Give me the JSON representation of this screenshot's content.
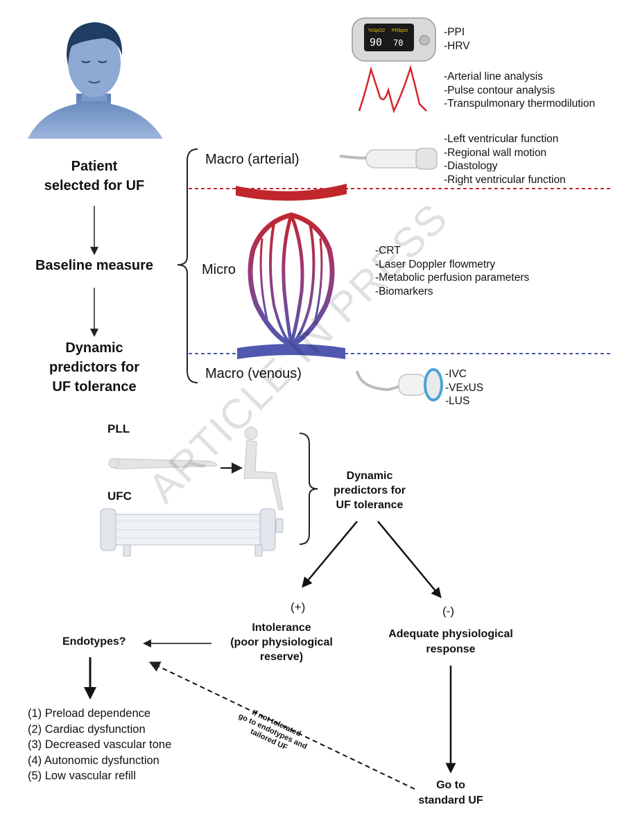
{
  "patient": {
    "line1": "Patient",
    "line2": "selected for UF"
  },
  "left_flow": {
    "baseline": "Baseline measure",
    "dynamic": [
      "Dynamic",
      "predictors for",
      "UF tolerance"
    ]
  },
  "compartments": {
    "macro_arterial": "Macro (arterial)",
    "micro": "Micro",
    "macro_venous": "Macro (venous)"
  },
  "oximeter": {
    "label1": "%SpO2",
    "label2": "PRbpm",
    "value1": "90",
    "value2": "70"
  },
  "lists": {
    "oximeter": [
      "-PPI",
      "-HRV"
    ],
    "arterial_waveform": [
      "-Arterial line analysis",
      "-Pulse contour analysis",
      "-Transpulmonary thermodilution"
    ],
    "echo": [
      "-Left ventricular function",
      "-Regional wall motion",
      "-Diastology",
      "-Right ventricular function"
    ],
    "micro": [
      "-CRT",
      "-Laser Doppler flowmetry",
      "-Metabolic perfusion parameters",
      "-Biomarkers"
    ],
    "venous": [
      "-IVC",
      "-VExUS",
      "-LUS"
    ]
  },
  "tests": {
    "pll": "PLL",
    "ufc": "UFC"
  },
  "center_dynamic": [
    "Dynamic",
    "predictors for",
    "UF tolerance"
  ],
  "branches": {
    "positive_sign": "(+)",
    "negative_sign": "(-)",
    "intolerance": [
      "Intolerance",
      "(poor physiological",
      "reserve)"
    ],
    "adequate": [
      "Adequate physiological",
      "response"
    ]
  },
  "endotypes": {
    "title": "Endotypes?",
    "items": [
      "(1) Preload dependence",
      "(2) Cardiac dysfunction",
      "(3) Decreased vascular tone",
      "(4) Autonomic dysfunction",
      "(5) Low vascular refill"
    ]
  },
  "dashed_note": [
    "If not tolerated",
    "go to endotypes and",
    "tailored UF"
  ],
  "standard_uf": [
    "Go to",
    "standard UF"
  ],
  "watermark": "ARTICLE IN PRESS",
  "colors": {
    "arterial": "#c0272d",
    "venous": "#4b56a8",
    "patient_skin": "#6a8cc0",
    "hair": "#1f3d63"
  }
}
